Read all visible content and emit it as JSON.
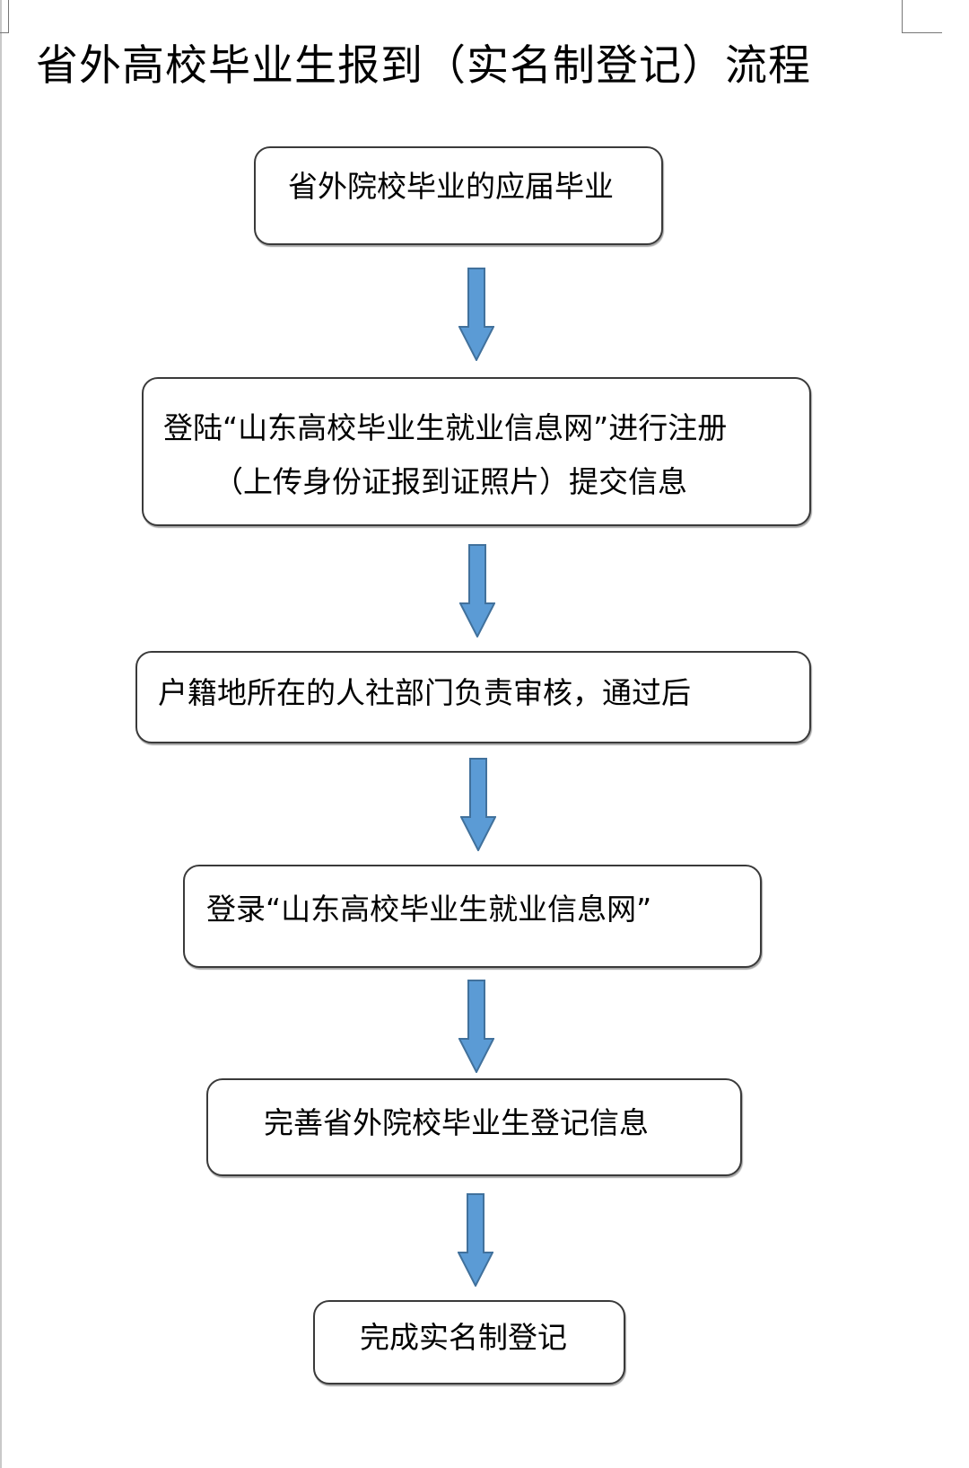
{
  "title": "省外高校毕业生报到（实名制登记）流程",
  "colors": {
    "arrow_fill": "#5b9bd5",
    "arrow_stroke": "#41719c",
    "box_border": "#3a3a3a"
  },
  "steps": [
    {
      "lines": [
        "省外院校毕业的应届毕业"
      ]
    },
    {
      "lines": [
        "登陆“山东高校毕业生就业信息网”进行注册",
        "（上传身份证报到证照片）提交信息"
      ]
    },
    {
      "lines": [
        "户籍地所在的人社部门负责审核，通过后"
      ]
    },
    {
      "lines": [
        "登录“山东高校毕业生就业信息网”"
      ]
    },
    {
      "lines": [
        "完善省外院校毕业生登记信息"
      ]
    },
    {
      "lines": [
        "完成实名制登记"
      ]
    }
  ],
  "arrows": [
    {
      "from": 1,
      "to": 2,
      "icon": "arrow-down-icon"
    },
    {
      "from": 2,
      "to": 3,
      "icon": "arrow-down-icon"
    },
    {
      "from": 3,
      "to": 4,
      "icon": "arrow-down-icon"
    },
    {
      "from": 4,
      "to": 5,
      "icon": "arrow-down-icon"
    },
    {
      "from": 5,
      "to": 6,
      "icon": "arrow-down-icon"
    }
  ]
}
